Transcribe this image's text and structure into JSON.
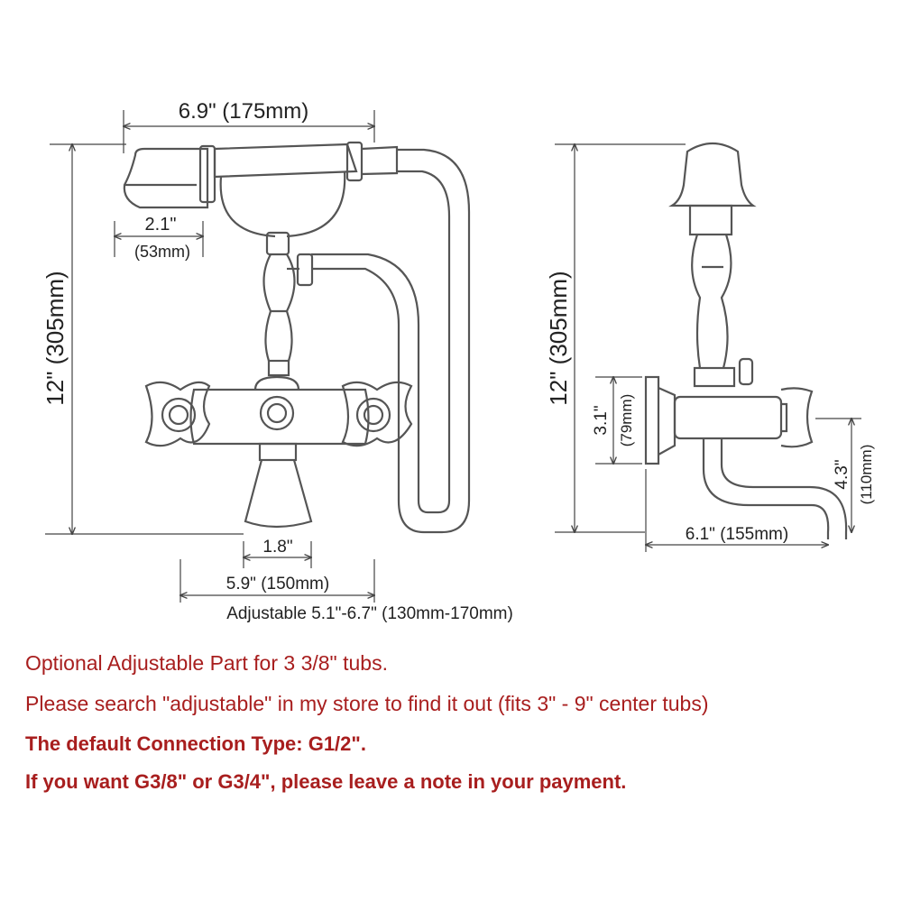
{
  "dimensions": {
    "hand_shower_width": "6.9\" (175mm)",
    "head_width": "2.1\"",
    "head_width_mm": "(53mm)",
    "total_height_front": "12\" (305mm)",
    "total_height_side": "12\" (305mm)",
    "spout_gap": "1.8\"",
    "center_distance": "5.9\" (150mm)",
    "adjustable_range": "Adjustable 5.1\"-6.7\" (130mm-170mm)",
    "wall_plate_height": "3.1\"",
    "wall_plate_height_mm": "(79mm)",
    "spout_drop": "4.3\"",
    "spout_drop_mm": "(110mm)",
    "spout_reach": "6.1\" (155mm)"
  },
  "notes": [
    "Optional Adjustable Part for 3 3/8\" tubs.",
    "Please search \"adjustable\" in my store to find it out (fits 3\" - 9\" center tubs)",
    "The default Connection Type: G1/2\".",
    "If you want G3/8\" or G3/4\", please leave a note in your payment."
  ],
  "colors": {
    "line": "#555555",
    "note_text": "#a81e1e"
  }
}
